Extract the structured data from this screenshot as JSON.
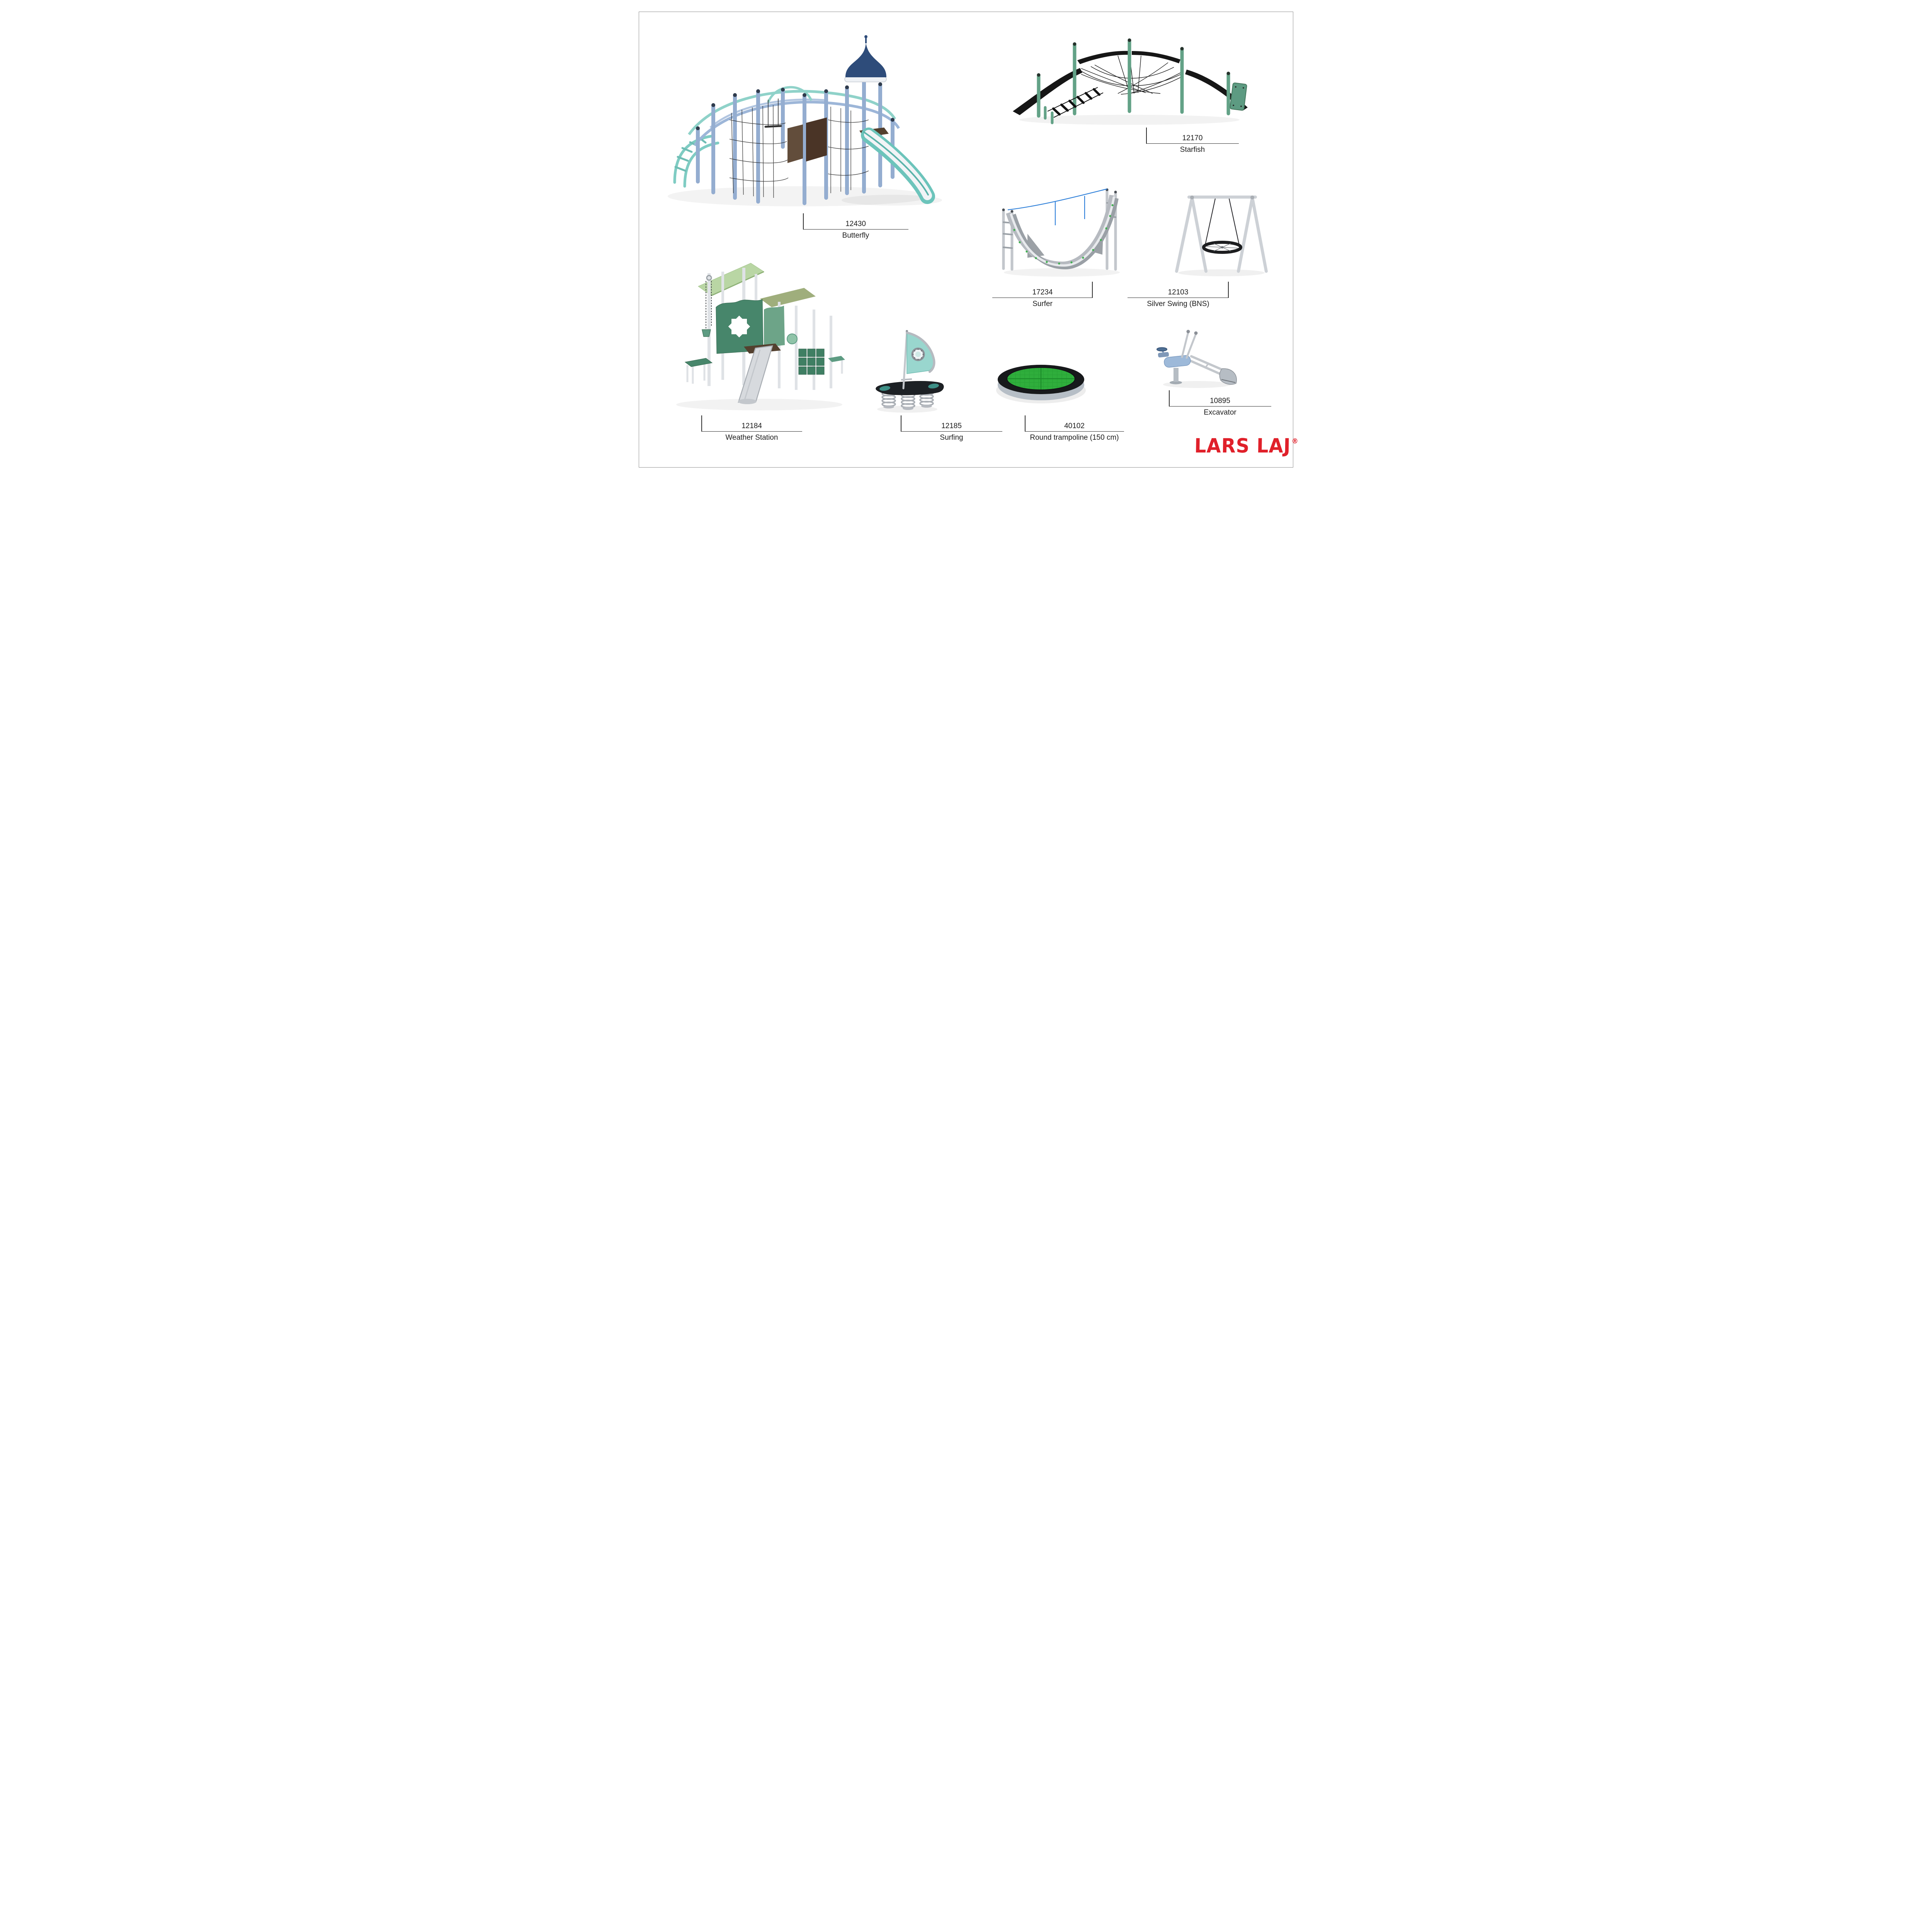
{
  "products": [
    {
      "id": "12430",
      "name": "Butterfly"
    },
    {
      "id": "12170",
      "name": "Starfish"
    },
    {
      "id": "17234",
      "name": "Surfer"
    },
    {
      "id": "12103",
      "name": "Silver Swing (BNS)"
    },
    {
      "id": "12184",
      "name": "Weather Station"
    },
    {
      "id": "12185",
      "name": "Surfing"
    },
    {
      "id": "40102",
      "name": "Round trampoline (150 cm)"
    },
    {
      "id": "10895",
      "name": "Excavator"
    }
  ],
  "brand": {
    "logo_text": "LARS LAJ",
    "registered_mark": "®",
    "color": "#e0202a"
  },
  "palette": {
    "brand_red": "#e0202a",
    "butterfly_pole_blue": "#94add0",
    "butterfly_teal": "#7fccc3",
    "butterfly_roof_navy": "#2e4c7a",
    "starfish_green": "#63a287",
    "net_black": "#141414",
    "frame_silver": "#c3c7cc",
    "weather_green": "#47866b",
    "weather_roof_green": "#b9d6a4",
    "trampoline_green": "#2fae3c",
    "excavator_blue": "#9db9d9",
    "rope_blue": "#2f80d9",
    "label_line": "#2b2b2b"
  }
}
